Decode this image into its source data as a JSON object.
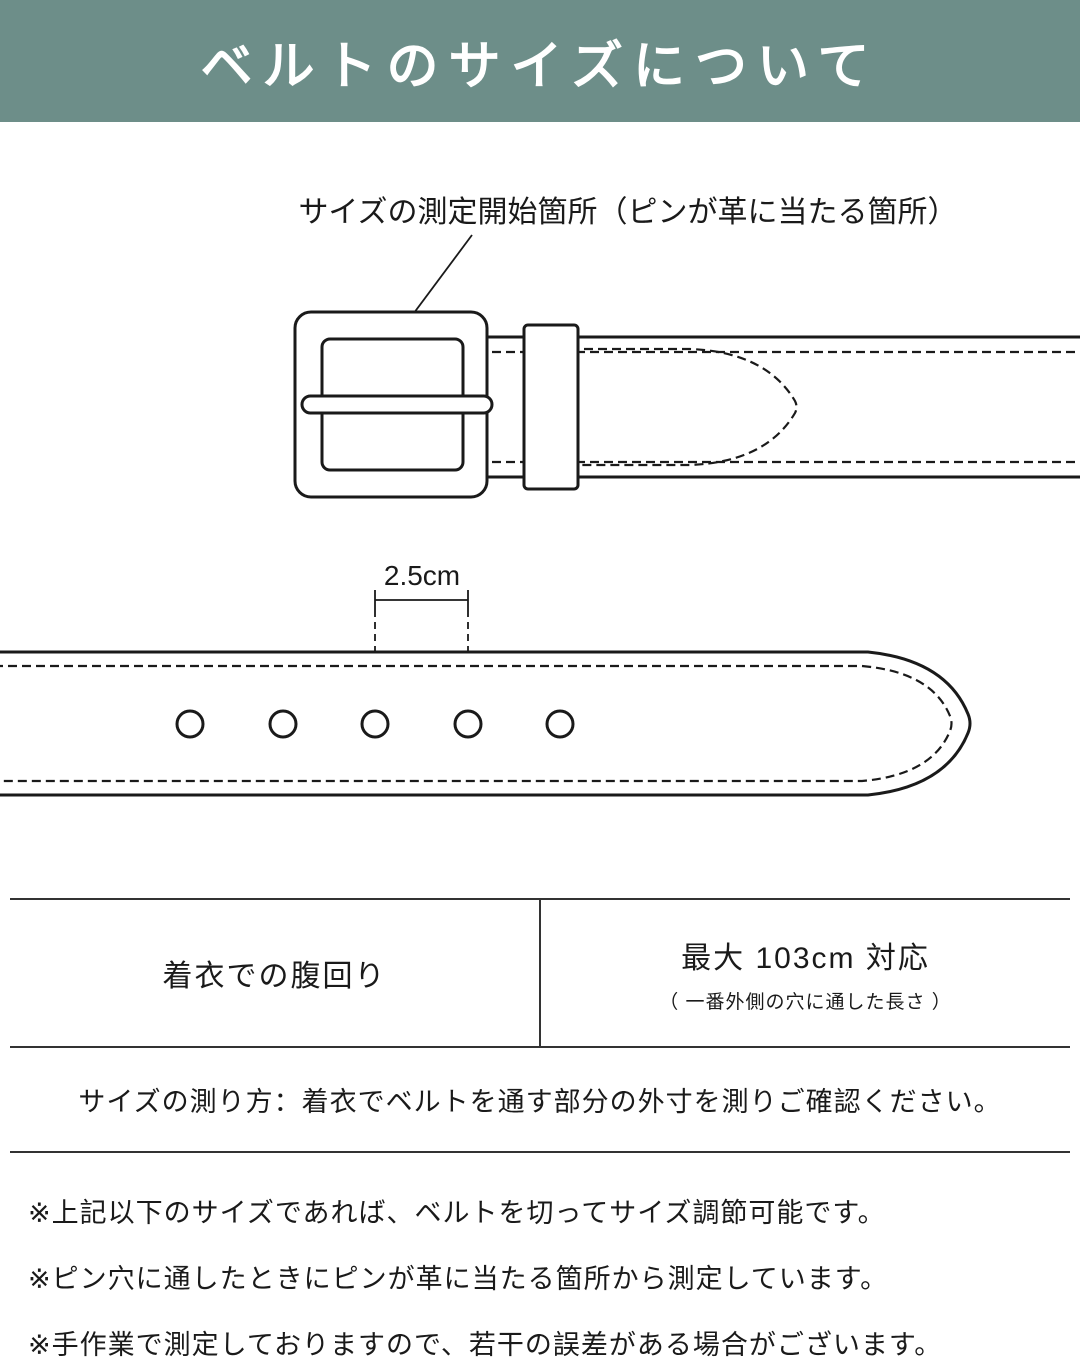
{
  "header": {
    "title": "ベルトのサイズについて"
  },
  "buckle_diagram": {
    "annotation": "サイズの測定開始箇所（ピンが革に当たる箇所）"
  },
  "tip_diagram": {
    "hole_spacing_label": "2.5cm",
    "hole_count": 5
  },
  "spec_table": {
    "girth_label": "着衣での腹回り",
    "max_size_value": "最大 103cm 対応",
    "max_size_note": "（ 一番外側の穴に通した長さ ）"
  },
  "measuring_instruction": "サイズの測り方：着衣でベルトを通す部分の外寸を測りご確認ください。",
  "notes": [
    "※上記以下のサイズであれば、ベルトを切ってサイズ調節可能です。",
    "※ピン穴に通したときにピンが革に当たる箇所から測定しています。",
    "※手作業で測定しておりますので、若干の誤差がある場合がございます。"
  ],
  "colors": {
    "header_bg": "#6d8e89",
    "line": "#1a1a1a"
  }
}
